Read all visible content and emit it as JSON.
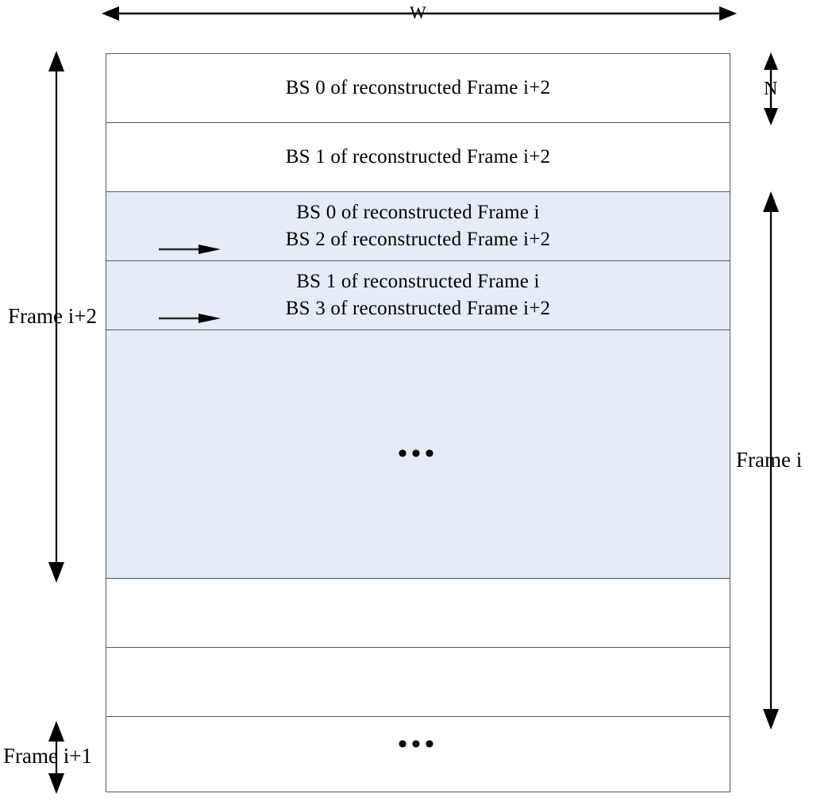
{
  "diagram": {
    "title_alt": "Block-strip mapping between reconstructed Frame i and Frame i+2",
    "colors": {
      "highlight_fill": "#e4ecf7",
      "stroke": "#555a5e",
      "ink": "#000000",
      "page": "#ffffff"
    },
    "measures": {
      "width_label": "W",
      "block_height_label": "N",
      "left_span_label": "Frame i+2",
      "left_small_span_label": "Frame i+1",
      "right_span_label": "Frame i"
    },
    "bands": [
      {
        "id": "band-0",
        "highlight": false,
        "lines": [
          "BS 0 of reconstructed Frame i+2"
        ],
        "arrow_on_line": -1,
        "ellipsis": false
      },
      {
        "id": "band-1",
        "highlight": false,
        "lines": [
          "BS 1 of reconstructed Frame i+2"
        ],
        "arrow_on_line": -1,
        "ellipsis": false
      },
      {
        "id": "band-2",
        "highlight": true,
        "lines": [
          "BS 0 of reconstructed Frame i",
          "BS 2 of reconstructed Frame i+2"
        ],
        "arrow_on_line": 1,
        "ellipsis": false
      },
      {
        "id": "band-3",
        "highlight": true,
        "lines": [
          "BS 1 of reconstructed Frame i",
          "BS 3 of reconstructed Frame i+2"
        ],
        "arrow_on_line": 1,
        "ellipsis": false
      },
      {
        "id": "band-4",
        "highlight": true,
        "lines": [],
        "arrow_on_line": -1,
        "ellipsis": true,
        "ellipsis_text": "•••"
      },
      {
        "id": "band-5",
        "highlight": false,
        "lines": [],
        "arrow_on_line": -1,
        "ellipsis": false
      },
      {
        "id": "band-6",
        "highlight": false,
        "lines": [],
        "arrow_on_line": -1,
        "ellipsis": false
      },
      {
        "id": "band-7",
        "highlight": false,
        "lines": [],
        "arrow_on_line": -1,
        "ellipsis": true,
        "ellipsis_text": "•••"
      }
    ]
  }
}
